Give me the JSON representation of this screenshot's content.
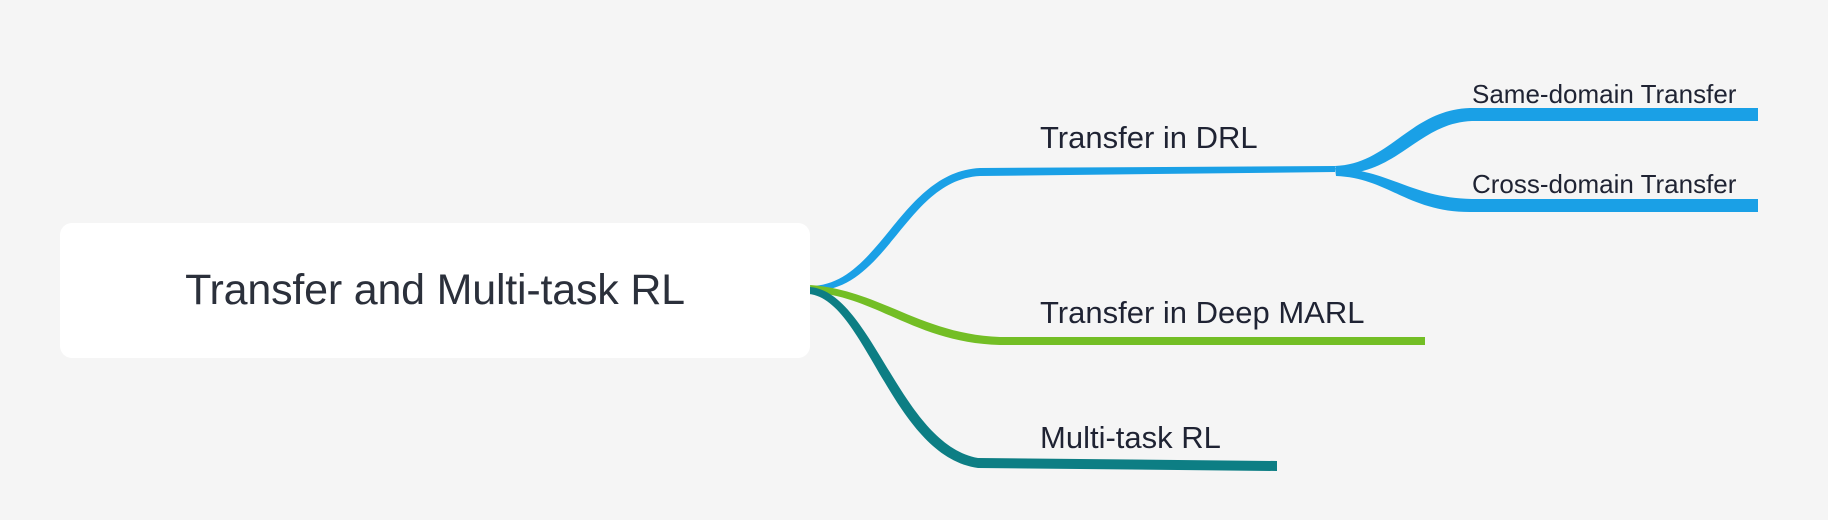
{
  "diagram": {
    "type": "mindmap",
    "background_color": "#f5f5f5",
    "root": {
      "label": "Transfer and Multi-task RL",
      "node_fill": "#ffffff",
      "text_color": "#2b303b"
    },
    "branches": [
      {
        "id": "transfer-in-drl",
        "label": "Transfer in DRL",
        "color": "#1aa0e6",
        "children": [
          {
            "id": "same-domain-transfer",
            "label": "Same-domain Transfer",
            "color": "#1aa0e6"
          },
          {
            "id": "cross-domain-transfer",
            "label": "Cross-domain Transfer",
            "color": "#1aa0e6"
          }
        ]
      },
      {
        "id": "transfer-in-deep-marl",
        "label": "Transfer in Deep MARL",
        "color": "#73be25",
        "children": []
      },
      {
        "id": "multi-task-rl",
        "label": "Multi-task RL",
        "color": "#0d7e84",
        "children": []
      }
    ]
  }
}
